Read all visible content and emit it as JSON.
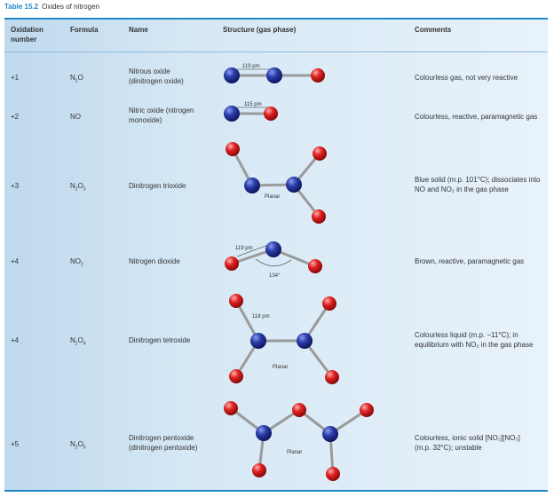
{
  "caption": {
    "number": "Table 15.2",
    "title": "Oxides of nitrogen"
  },
  "headers": {
    "oxidation_1": "Oxidation",
    "oxidation_2": "number",
    "formula": "Formula",
    "name": "Name",
    "structure": "Structure (gas phase)",
    "comments": "Comments"
  },
  "rows": [
    {
      "ox": "+1",
      "f_base": "N",
      "f_sub1": "2",
      "f_rest": "O",
      "f_sub2": "",
      "name_1": "Nitrous oxide",
      "name_2": "(dinitrogen oxide)",
      "comment_1": "Colourless gas, not very reactive",
      "comment_2": "",
      "labels": [
        "119 pm"
      ]
    },
    {
      "ox": "+2",
      "f_base": "NO",
      "f_sub1": "",
      "f_rest": "",
      "f_sub2": "",
      "name_1": "Nitric oxide (nitrogen",
      "name_2": "monoxide)",
      "comment_1": "Colourless, reactive, paramagnetic gas",
      "comment_2": "",
      "labels": [
        "115 pm"
      ]
    },
    {
      "ox": "+3",
      "f_base": "N",
      "f_sub1": "2",
      "f_rest": "O",
      "f_sub2": "3",
      "name_1": "Dinitrogen trioxide",
      "name_2": "",
      "comment_1": "Blue solid (m.p. 101°C); dissociates into",
      "comment_2": "NO and NO₂ in the gas phase",
      "labels": [
        "Planar"
      ]
    },
    {
      "ox": "+4",
      "f_base": "NO",
      "f_sub1": "2",
      "f_rest": "",
      "f_sub2": "",
      "name_1": "Nitrogen dioxide",
      "name_2": "",
      "comment_1": "Brown, reactive, paramagnetic gas",
      "comment_2": "",
      "labels": [
        "119 pm",
        "134°"
      ]
    },
    {
      "ox": "+4",
      "f_base": "N",
      "f_sub1": "2",
      "f_rest": "O",
      "f_sub2": "4",
      "name_1": "Dinitrogen tetroxide",
      "name_2": "",
      "comment_1": "Colourless liquid (m.p. −11°C); in",
      "comment_2": "equilibrium with NO₂ in the gas phase",
      "labels": [
        "118 pm",
        "Planar"
      ]
    },
    {
      "ox": "+5",
      "f_base": "N",
      "f_sub1": "2",
      "f_rest": "O",
      "f_sub2": "5",
      "name_1": "Dinitrogen pentoxide",
      "name_2": "(dinitrogen pentoxide)",
      "comment_1": "Colourless, ionic solid [NO₂][NO₃]",
      "comment_2": "(m.p. 32°C); unstable",
      "labels": [
        "Planar"
      ]
    }
  ],
  "colors": {
    "accent": "#1e88c8",
    "nitrogen": "#1f2f8f",
    "oxygen": "#d81e1e",
    "bond": "#9a9a9a"
  }
}
